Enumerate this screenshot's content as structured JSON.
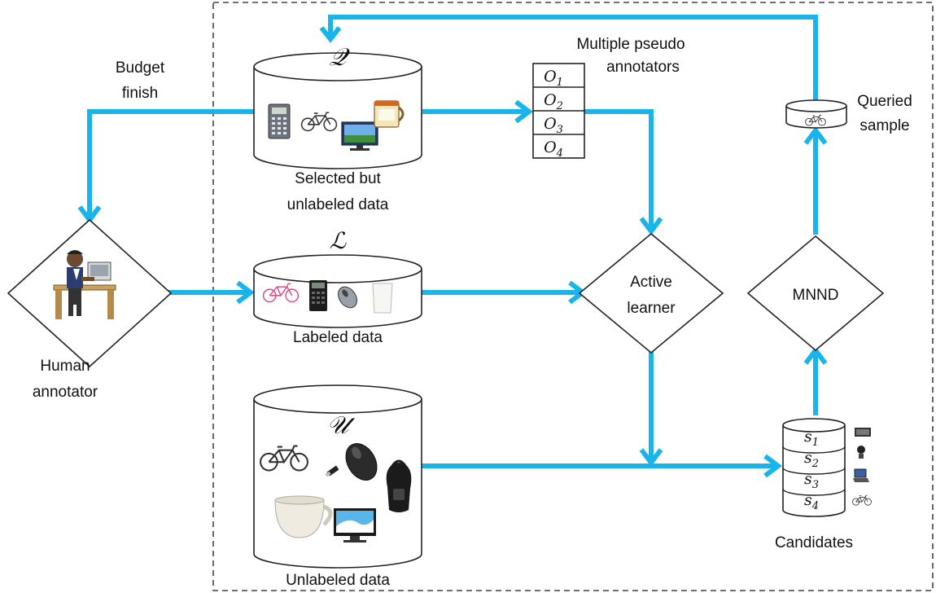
{
  "labels": {
    "budget_line1": "Budget",
    "budget_line2": "finish",
    "pseudo_line1": "Multiple pseudo",
    "pseudo_line2": "annotators",
    "queried_line1": "Queried",
    "queried_line2": "sample",
    "selected_line1": "Selected but",
    "selected_line2": "unlabeled data",
    "labeled": "Labeled data",
    "unlabeled": "Unlabeled data",
    "human_line1": "Human",
    "human_line2": "annotator",
    "active_line1": "Active",
    "active_line2": "learner",
    "mnnd": "MNND",
    "candidates": "Candidates"
  },
  "symbols": {
    "Q": "𝒬",
    "L": "ℒ",
    "U": "𝒰"
  },
  "annotators": [
    {
      "base": "O",
      "sub": "1"
    },
    {
      "base": "O",
      "sub": "2"
    },
    {
      "base": "O",
      "sub": "3"
    },
    {
      "base": "O",
      "sub": "4"
    }
  ],
  "candidates": [
    {
      "base": "s",
      "sub": "1",
      "icon": "monitor-thumb-icon"
    },
    {
      "base": "s",
      "sub": "2",
      "icon": "projector-thumb-icon"
    },
    {
      "base": "s",
      "sub": "3",
      "icon": "laptop-thumb-icon"
    },
    {
      "base": "s",
      "sub": "4",
      "icon": "bicycle-thumb-icon"
    }
  ],
  "colors": {
    "flow": "#18b4ea",
    "outline": "#222222",
    "dashed_border": "#444444"
  }
}
